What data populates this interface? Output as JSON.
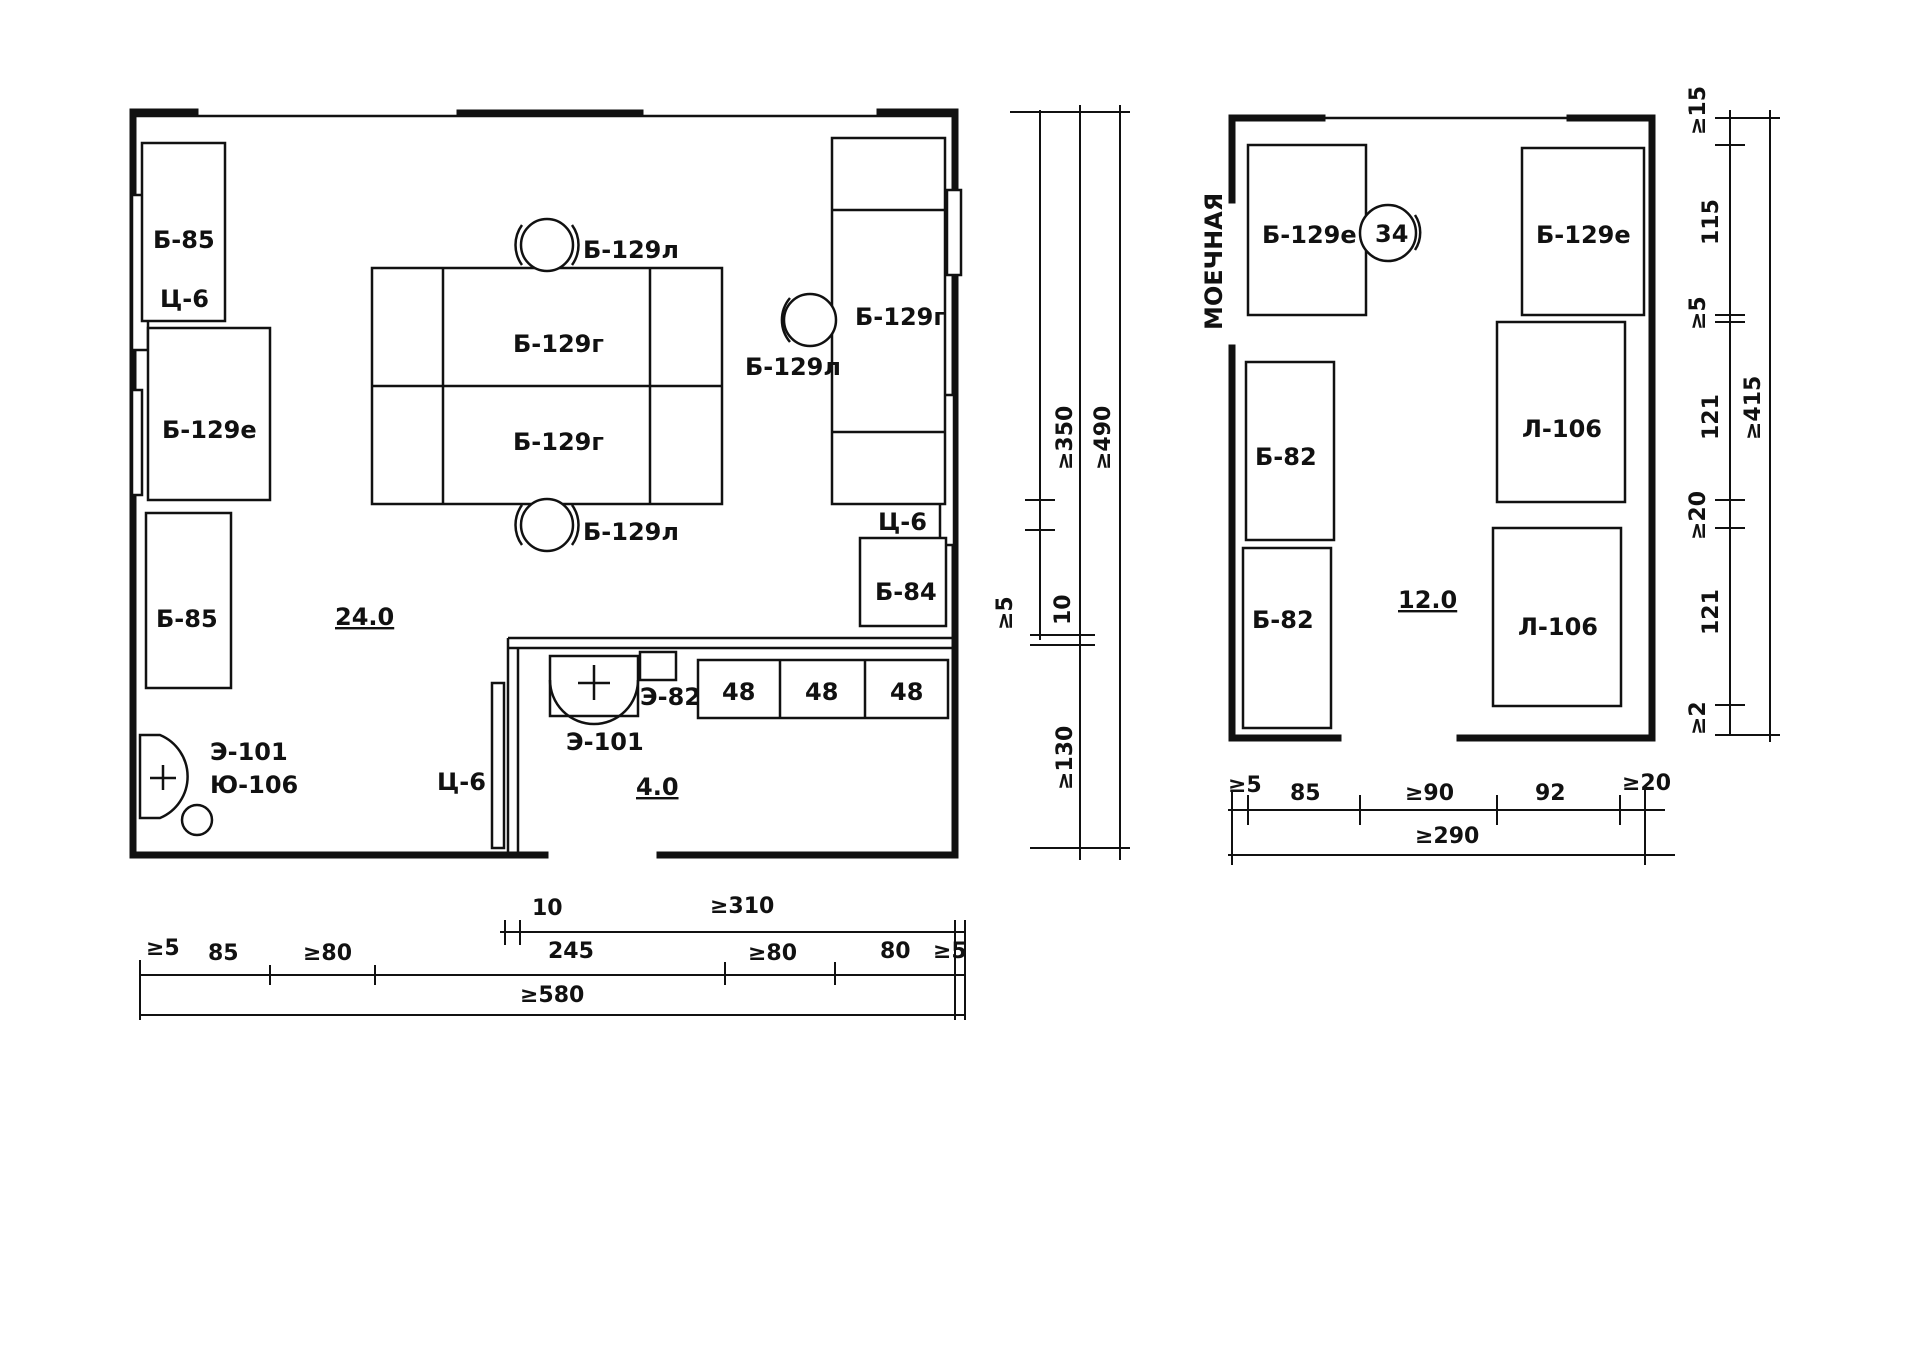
{
  "left_room": {
    "area_main": "24.0",
    "area_small": "4.0",
    "wall_note": "",
    "items": {
      "b85_top": "Б-85",
      "c6_top": "Ц-6",
      "b129e": "Б-129е",
      "b85_bottom": "Б-85",
      "e101_corner": "Э-101",
      "yu106": "Ю-106",
      "b129g_top": "Б-129г",
      "b129g_bottom": "Б-129г",
      "b129l_top": "Б-129л",
      "b129l_bottom": "Б-129л",
      "b129l_side": "Б-129л",
      "b129g_right": "Б-129г",
      "c6_right": "Ц-6",
      "b84": "Б-84",
      "c6_small": "Ц-6",
      "e101_small": "Э-101",
      "e82": "Э-82",
      "cab1": "48",
      "cab2": "48",
      "cab3": "48"
    },
    "dims_bottom": {
      "d_5a": "≥5",
      "d_85": "85",
      "d_80a": "≥80",
      "d_10": "10",
      "d_310": "≥310",
      "d_245": "245",
      "d_80b": "≥80",
      "d_80c": "80",
      "d_5b": "≥5",
      "d_580": "≥580"
    },
    "dims_right": {
      "d_350": "≥350",
      "d_490": "≥490",
      "d_10": "10",
      "d_5": "≥5",
      "d_130": "≥130"
    }
  },
  "right_room": {
    "area": "12.0",
    "wash_label": "МОЕЧНАЯ",
    "items": {
      "b129e_left": "Б-129е",
      "circle34": "34",
      "b129e_right": "Б-129е",
      "b82_top": "Б-82",
      "b82_bottom": "Б-82",
      "l106_top": "Л-106",
      "l106_bottom": "Л-106"
    },
    "dims_bottom": {
      "d_5": "≥5",
      "d_85": "85",
      "d_90": "≥90",
      "d_92": "92",
      "d_20": "≥20",
      "d_290": "≥290"
    },
    "dims_right": {
      "d_15": "≥15",
      "d_115": "115",
      "d_5": "≥5",
      "d_121a": "121",
      "d_20": "≥20",
      "d_121b": "121",
      "d_2": "≥2",
      "d_415": "≥415"
    }
  }
}
